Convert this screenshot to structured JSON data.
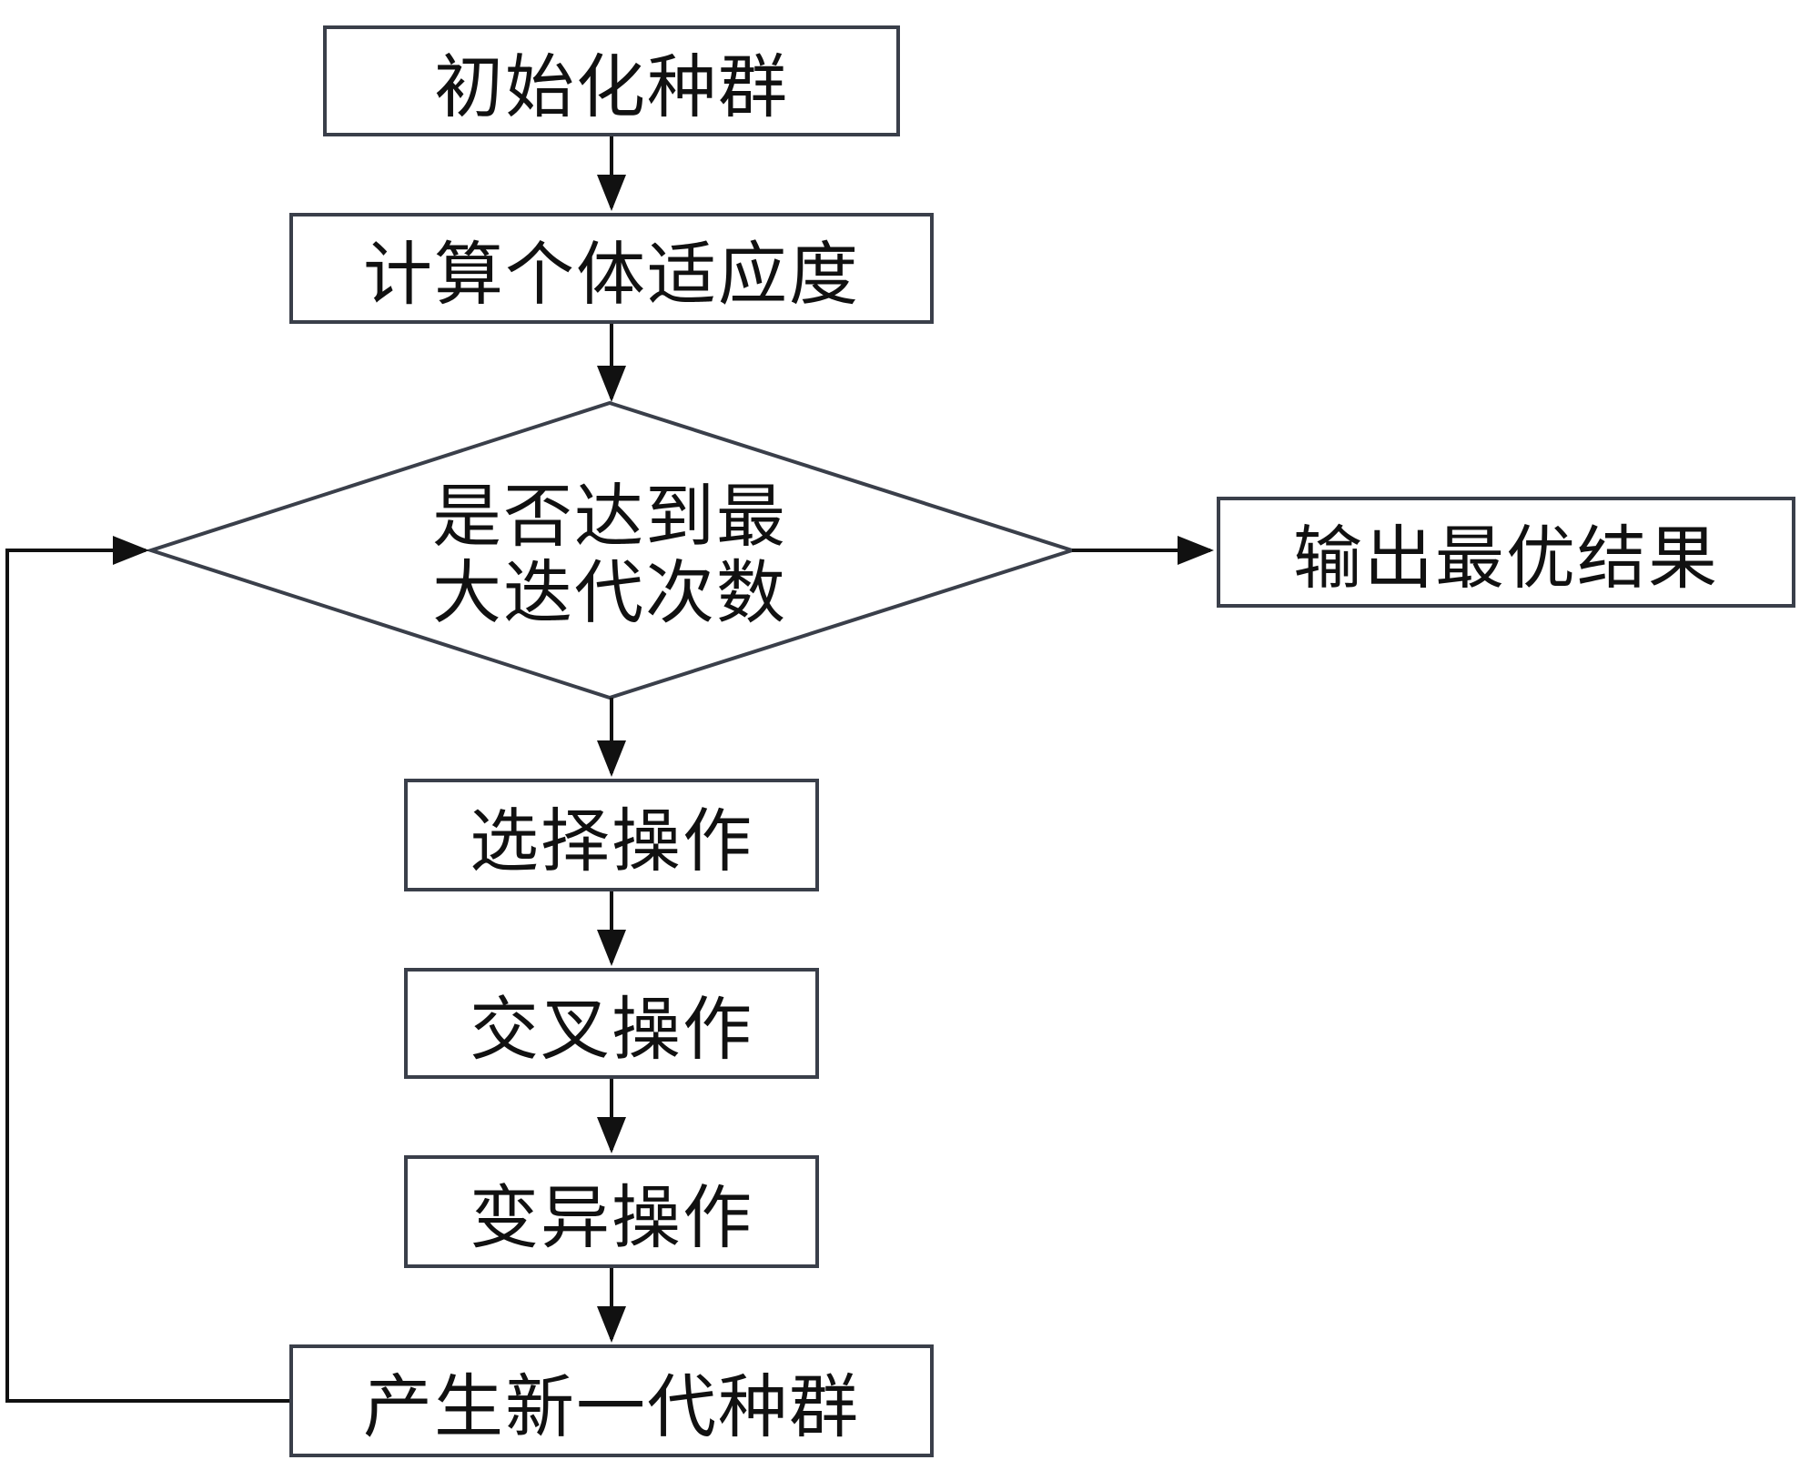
{
  "nodes": {
    "init": "初始化种群",
    "fitness": "计算个体适应度",
    "decision_line1": "是否达到最",
    "decision_line2": "大迭代次数",
    "output": "输出最优结果",
    "selection": "选择操作",
    "crossover": "交叉操作",
    "mutation": "变异操作",
    "new_gen": "产生新一代种群"
  },
  "colors": {
    "stroke": "#3a3f4a",
    "arrow": "#111111",
    "text": "#111111"
  }
}
